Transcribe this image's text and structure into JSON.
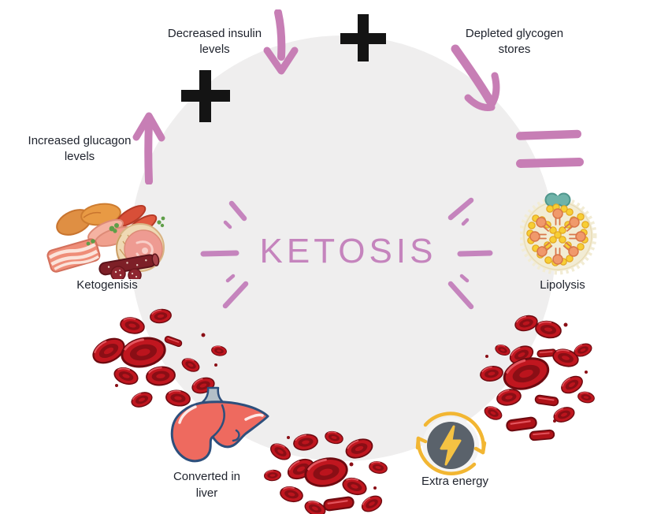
{
  "diagram": {
    "center_title": "KETOSIS",
    "factors": {
      "decreased_insulin": {
        "line1": "Decreased insulin",
        "line2": "levels"
      },
      "depleted_glycogen": {
        "line1": "Depleted glycogen",
        "line2": "stores"
      },
      "increased_glucagon": {
        "line1": "Increased glucagon",
        "line2": "levels"
      }
    },
    "stages": {
      "ketogenisis": "Ketogenisis",
      "lipolysis": "Lipolysis",
      "converted_in_liver": {
        "line1": "Converted in",
        "line2": "liver"
      },
      "extra_energy": "Extra energy"
    },
    "operators": {
      "plus": "+",
      "equals": "="
    },
    "icon_names": [
      "down-arrow-icon",
      "diagonal-arrow-icon",
      "up-arrow-icon",
      "plus-icon",
      "equals-icon",
      "burst-marks-icon",
      "meat-illustration",
      "fat-cell-illustration",
      "blood-cells-illustration",
      "liver-illustration",
      "energy-cycle-icon"
    ],
    "colors": {
      "accent_pink_arrows": "#c77eb5",
      "title_pink": "#c584bd",
      "plus_black": "#141414",
      "circle_gray": "#efeeee",
      "label_text": "#20242e",
      "blood_red": "#c0161f",
      "liver_salmon": "#ee6a5f",
      "liver_outline": "#2d4f7c",
      "energy_yellow": "#f2b632",
      "energy_gray": "#5a626b",
      "fat_cell_cream": "#f2ecd4",
      "fat_bead_yellow": "#f7ce35",
      "receptor_orange": "#f0996b",
      "nucleus_teal": "#6fb3a9"
    }
  }
}
